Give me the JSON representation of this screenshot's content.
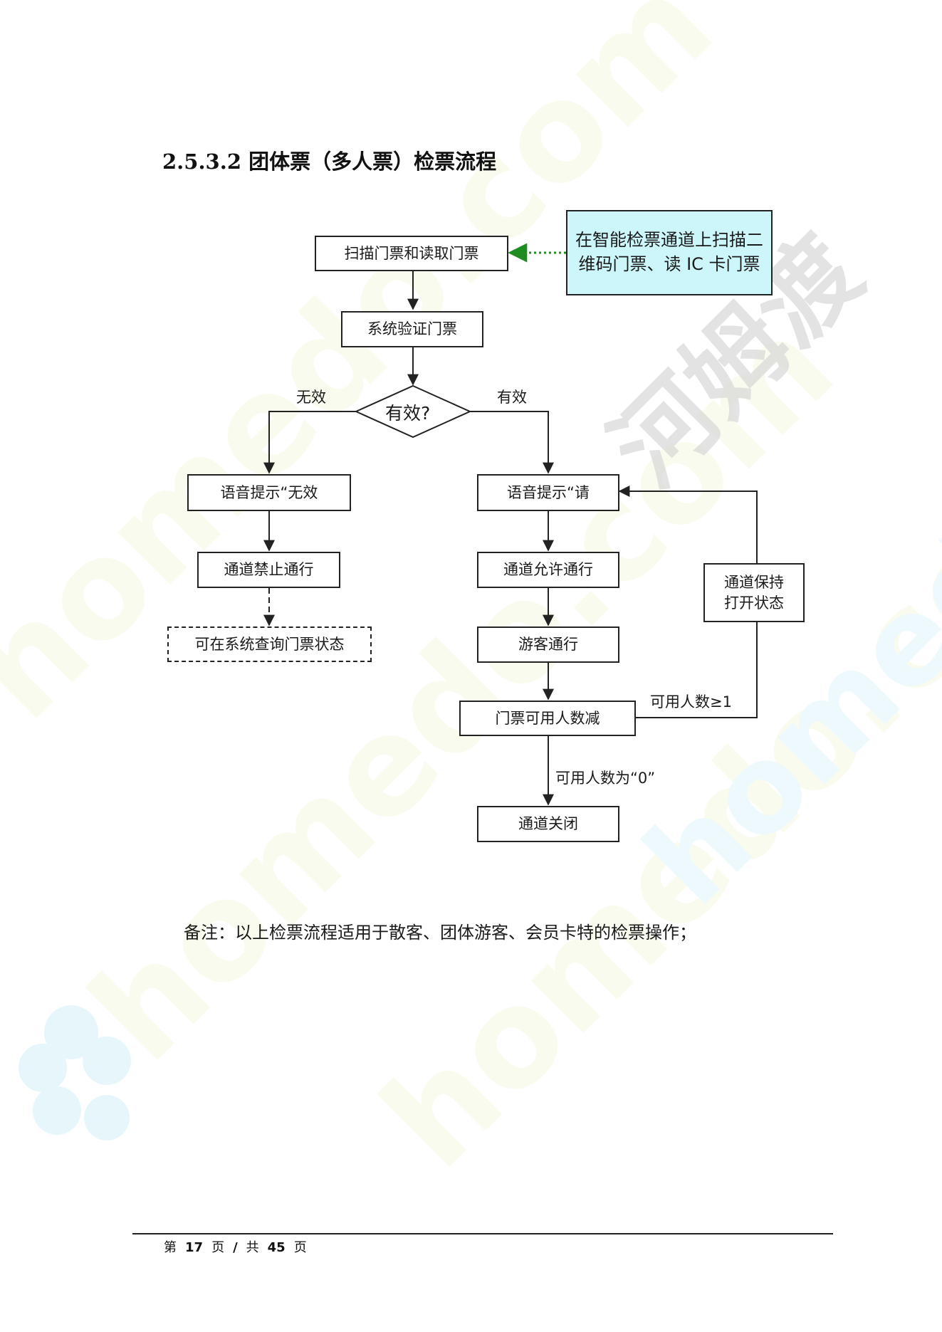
{
  "section_title": "2.5.3.2  团体票（多人票）检票流程",
  "flowchart": {
    "nodes": {
      "scan": "扫描门票和读取门票",
      "scan_note": "在智能检票通道上扫描二维码门票、读 IC 卡门票",
      "verify": "系统验证门票",
      "decision": "有效?",
      "voice_invalid": "语音提示“无效",
      "voice_valid": "语音提示“请",
      "gate_forbid": "通道禁止通行",
      "gate_allow": "通道允许通行",
      "query_status": "可在系统查询门票状态",
      "visitor_pass": "游客通行",
      "count_decrease": "门票可用人数减",
      "keep_open": "通道保持打开状态",
      "gate_close": "通道关闭"
    },
    "edge_labels": {
      "invalid": "无效",
      "valid": "有效",
      "available_ge_1": "可用人数≥1",
      "available_zero": "可用人数为“0”"
    },
    "colors": {
      "note_fill": "#ccf6fa",
      "note_arrow": "#1e8c1e"
    }
  },
  "note": "备注：以上检票流程适用于散客、团体游客、会员卡特的检票操作；",
  "footer": {
    "prefix": "第",
    "page": "17",
    "page_unit": "页",
    "separator": "/",
    "total_prefix": "共",
    "total": "45",
    "total_unit": "页"
  },
  "watermark": {
    "text_latin": "homedo.com",
    "text_cn": "河姆渡"
  }
}
